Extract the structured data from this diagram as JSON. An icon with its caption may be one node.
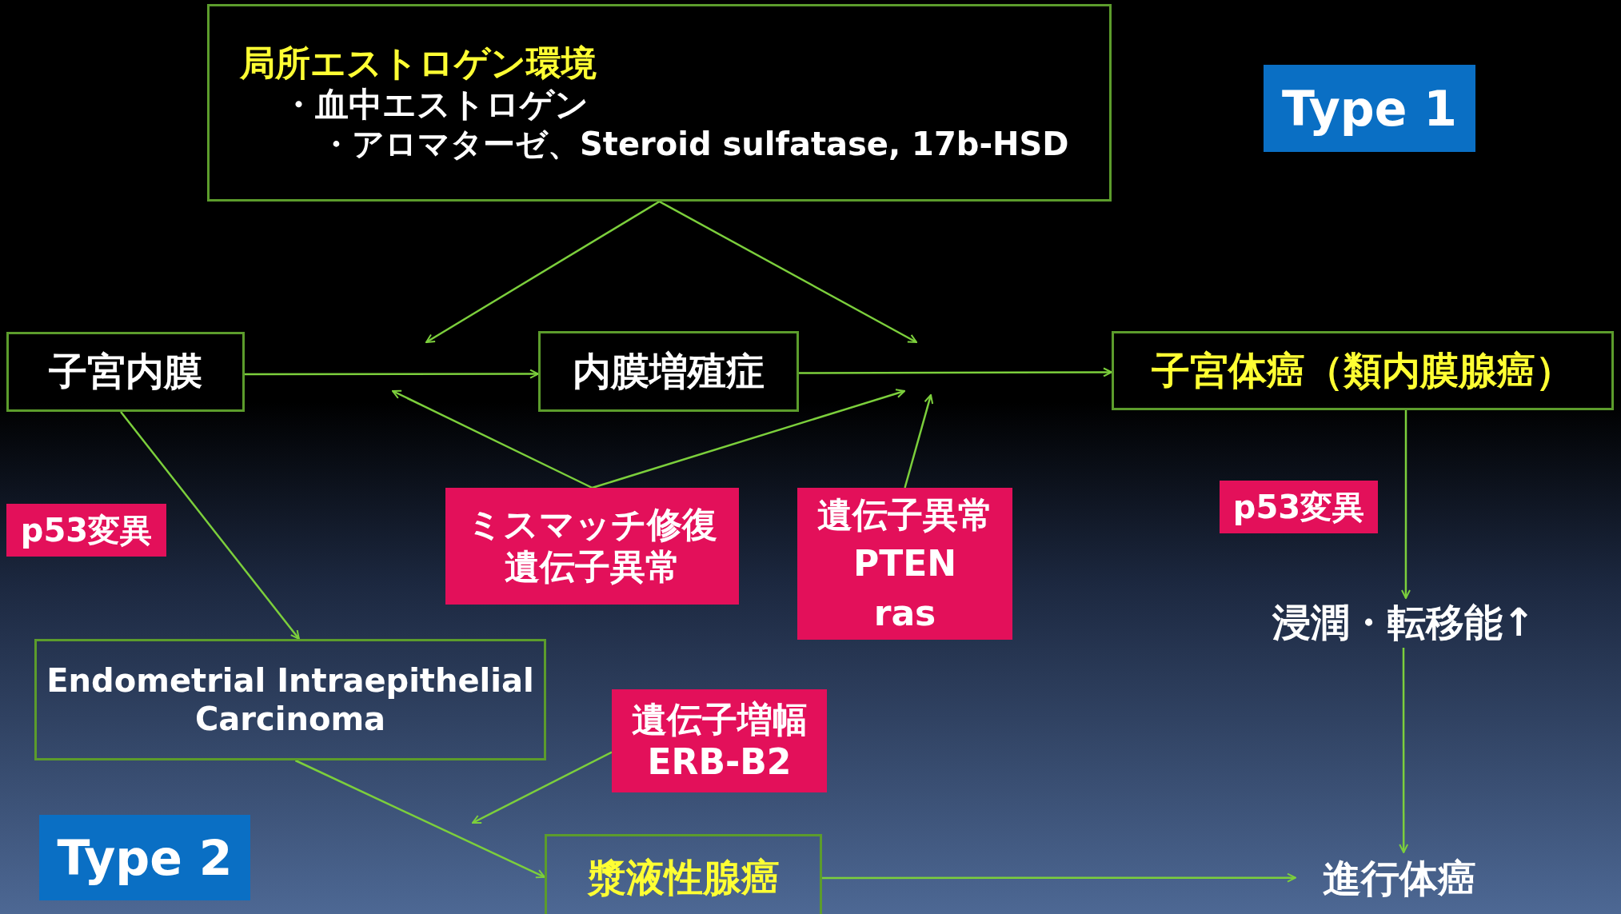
{
  "diagram": {
    "nodes": [
      {
        "text": [
          "局所エストロゲン環境",
          "・血中エストロゲン",
          "・アロマターゼ、Steroid sulfatase, 17b-HSD"
        ]
      },
      {
        "text": [
          "Type 1"
        ]
      },
      {
        "text": [
          "子宮内膜"
        ]
      },
      {
        "text": [
          "内膜増殖症"
        ]
      },
      {
        "text": [
          "子宮体癌（類内膜腺癌）"
        ]
      },
      {
        "text": [
          "p53変異"
        ]
      },
      {
        "text": [
          "ミスマッチ修復遺伝子異常"
        ]
      },
      {
        "text": [
          "遺伝子異常",
          "PTEN",
          "ras"
        ]
      },
      {
        "text": [
          "p53変異"
        ]
      },
      {
        "text": [
          "浸潤・転移能↑"
        ]
      },
      {
        "text": [
          "Endometrial Intraepithelial Carcinoma"
        ]
      },
      {
        "text": [
          "遺伝子増幅",
          "ERB-B2"
        ]
      },
      {
        "text": [
          "Type 2"
        ]
      },
      {
        "text": [
          "漿液性腺癌"
        ]
      },
      {
        "text": [
          "進行体癌"
        ]
      }
    ],
    "edges": [
      {
        "from": 0,
        "to": null,
        "arrow": "to"
      },
      {
        "from": 0,
        "to": null,
        "arrow": "to"
      },
      {
        "from": 2,
        "to": 3,
        "arrow": "to"
      },
      {
        "from": 3,
        "to": 4,
        "arrow": "to"
      },
      {
        "from": 6,
        "to": null,
        "arrow": "to"
      },
      {
        "from": 6,
        "to": null,
        "arrow": "to"
      },
      {
        "from": 7,
        "to": null,
        "arrow": "to"
      },
      {
        "from": 2,
        "to": 10,
        "arrow": "to"
      },
      {
        "from": 4,
        "to": 9,
        "arrow": "to"
      },
      {
        "from": 9,
        "to": 14,
        "arrow": "to"
      },
      {
        "from": 10,
        "to": 13,
        "arrow": "to"
      },
      {
        "from": 11,
        "to": null,
        "arrow": "to"
      },
      {
        "from": 13,
        "to": 14,
        "arrow": "to"
      }
    ]
  }
}
